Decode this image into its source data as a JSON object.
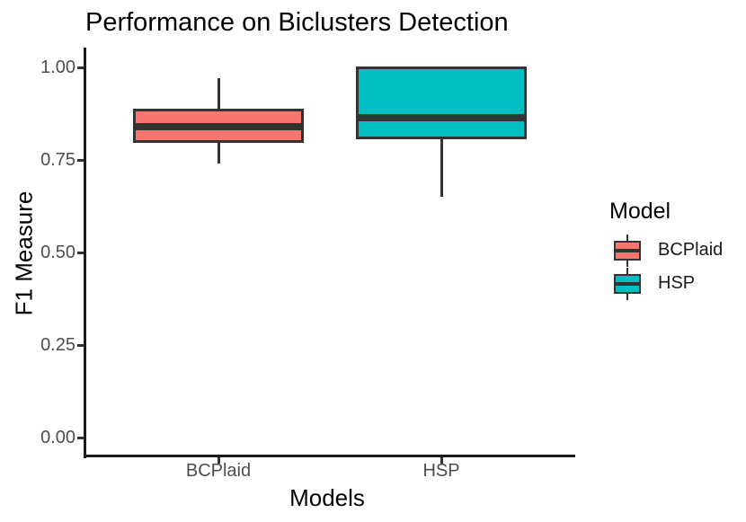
{
  "chart_data": {
    "type": "boxplot",
    "title": "Performance on Biclusters Detection",
    "xlabel": "Models",
    "ylabel": "F1 Measure",
    "categories": [
      "BCPlaid",
      "HSP"
    ],
    "ylim": [
      0.0,
      1.0
    ],
    "grid": false,
    "y_ticks": [
      {
        "label": "0.00",
        "value": 0.0
      },
      {
        "label": "0.25",
        "value": 0.25
      },
      {
        "label": "0.50",
        "value": 0.5
      },
      {
        "label": "0.75",
        "value": 0.75
      },
      {
        "label": "1.00",
        "value": 1.0
      }
    ],
    "series": [
      {
        "name": "BCPlaid",
        "color": "#F8766D",
        "min": 0.74,
        "q1": 0.8,
        "median": 0.84,
        "q3": 0.885,
        "max": 0.97
      },
      {
        "name": "HSP",
        "color": "#00BFC4",
        "min": 0.65,
        "q1": 0.81,
        "median": 0.865,
        "q3": 1.0,
        "max": 1.0
      }
    ],
    "legend": {
      "title": "Model",
      "position": "right",
      "entries": [
        {
          "label": "BCPlaid",
          "color": "#F8766D"
        },
        {
          "label": "HSP",
          "color": "#00BFC4"
        }
      ]
    },
    "colors": {
      "box_border": "#333333",
      "axis_line": "#1a1a1a",
      "tick_text": "#4d4d4d",
      "title_text": "#000000",
      "background": "#ffffff"
    }
  }
}
